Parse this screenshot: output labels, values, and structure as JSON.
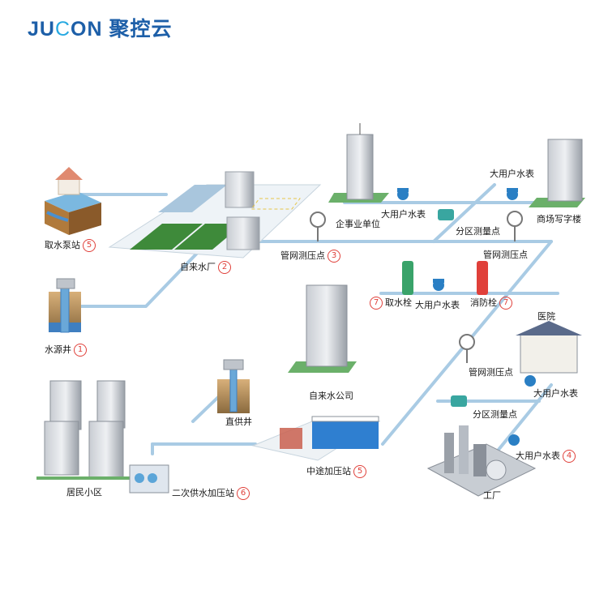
{
  "brand": {
    "prefix": "JU",
    "middle": "C",
    "suffix": "ON",
    "cn": "聚控云"
  },
  "colors": {
    "pipe": "#a9cbe4",
    "brand": "#1d5fa8",
    "accent": "#e0403a"
  },
  "labels": {
    "pump_station": {
      "text": "取水泵站",
      "num": "5"
    },
    "water_plant": {
      "text": "自来水厂",
      "num": "2"
    },
    "source_well": {
      "text": "水源井",
      "num": "1"
    },
    "enterprise": {
      "text": "企事业单位"
    },
    "meter_top1": {
      "text": "大用户水表"
    },
    "meter_top2": {
      "text": "大用户水表"
    },
    "office": {
      "text": "商场写字楼"
    },
    "zone_point1": {
      "text": "分区测量点"
    },
    "pipe_pressure1": {
      "text": "管网测压点",
      "num": "3"
    },
    "pipe_pressure2": {
      "text": "管网测压点"
    },
    "hydrant_take": {
      "text": "取水栓",
      "num": "7"
    },
    "meter_mid": {
      "text": "大用户水表"
    },
    "fire_hydrant": {
      "text": "消防栓",
      "num": "7"
    },
    "hospital": {
      "text": "医院"
    },
    "water_company": {
      "text": "自来水公司"
    },
    "pipe_pressure3": {
      "text": "管网测压点"
    },
    "meter_hosp": {
      "text": "大用户水表"
    },
    "zone_point2": {
      "text": "分区测量点"
    },
    "direct_well": {
      "text": "直供井"
    },
    "residential": {
      "text": "居民小区"
    },
    "secondary_pump": {
      "text": "二次供水加压站",
      "num": "6"
    },
    "booster": {
      "text": "中途加压站",
      "num": "5"
    },
    "meter_factory": {
      "text": "大用户水表",
      "num": "4"
    },
    "factory": {
      "text": "工厂"
    }
  }
}
